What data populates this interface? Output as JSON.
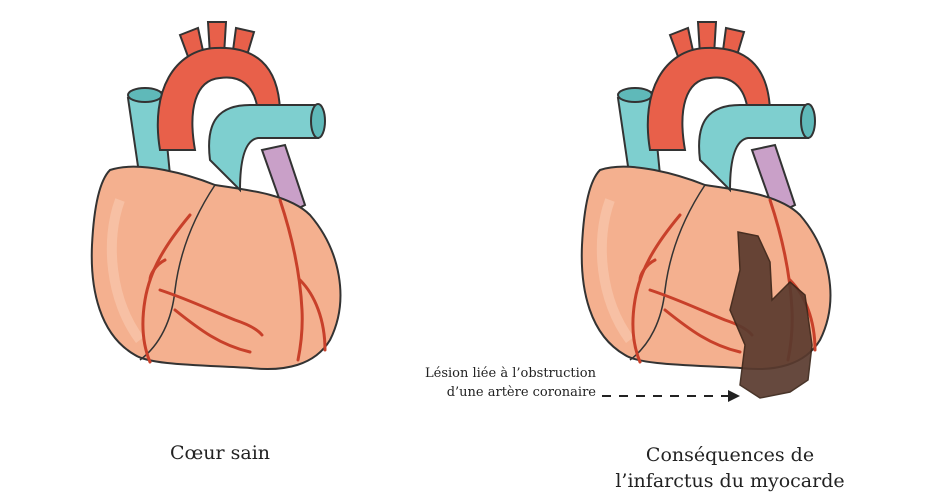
{
  "captions": {
    "healthy": "Cœur sain",
    "infarct_line1": "Conséquences de",
    "infarct_line2": "l’infarctus du myocarde"
  },
  "annotation": {
    "line1": "Lésion liée à l’obstruction",
    "line2": "d’une artère coronaire"
  },
  "colors": {
    "myocardium": "#f4b08f",
    "aorta": "#e8604a",
    "pulmonary": "#7ecfcf",
    "left_atrium": "#c9a0c8",
    "coronary": "#c8402a",
    "lesion": "#5a3a2e"
  }
}
